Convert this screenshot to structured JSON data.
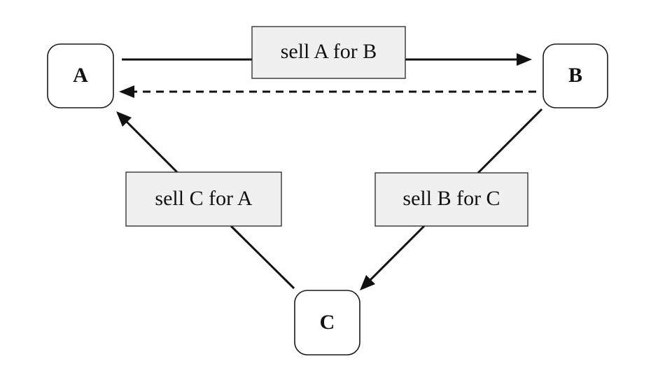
{
  "diagram": {
    "nodes": {
      "a": "A",
      "b": "B",
      "c": "C"
    },
    "edges": {
      "a_to_b": "sell A for B",
      "b_to_c": "sell B for C",
      "c_to_a": "sell C for A"
    },
    "colors": {
      "line": "#111111",
      "label_fill": "#f0f0f0",
      "node_fill": "#ffffff"
    }
  }
}
